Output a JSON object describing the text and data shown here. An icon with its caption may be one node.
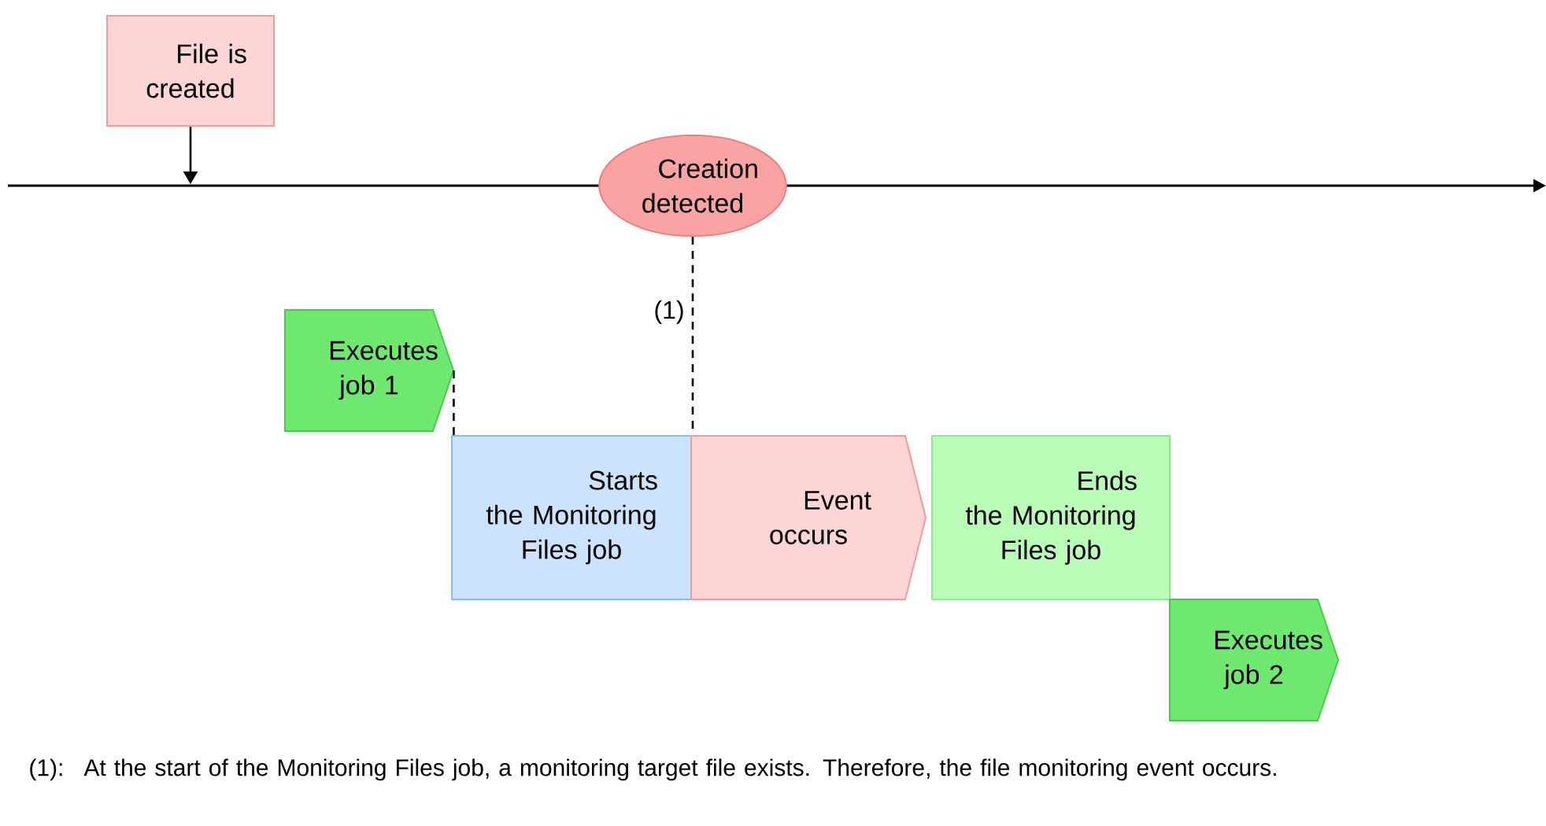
{
  "diagram": {
    "nodes": [
      {
        "text": [
          "File is created"
        ]
      },
      {
        "text": [
          "Creation detected"
        ]
      },
      {
        "text": [
          "Executes job 1"
        ]
      },
      {
        "text": [
          "Starts the Monitoring Files job"
        ]
      },
      {
        "text": [
          "Event occurs"
        ]
      },
      {
        "text": [
          "Ends the Monitoring Files job"
        ]
      },
      {
        "text": [
          "Executes job 2"
        ]
      }
    ],
    "edges": [
      {
        "from": 0,
        "to": null,
        "arrow": "to"
      },
      {
        "from": 1,
        "to": 3,
        "arrow": "none",
        "style": "dashed",
        "label": "(1)"
      },
      {
        "from": 2,
        "to": 3,
        "arrow": "none",
        "style": "dashed"
      }
    ],
    "labels": [
      "(1):",
      "At the start of the Monitoring Files job, a monitoring target file exists. Therefore, the file monitoring event occurs."
    ]
  }
}
